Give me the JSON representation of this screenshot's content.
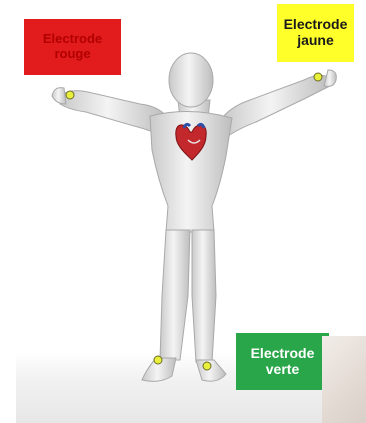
{
  "labels": {
    "red": "Electrode\nrouge",
    "yellow": "Electrode\njaune",
    "green": "Electrode\nverte"
  },
  "colors": {
    "red": "#e21c1c",
    "yellow": "#ffff2a",
    "green": "#2aa64a",
    "electrode": "#e8f03a"
  },
  "icons": {
    "heart": "heart-icon",
    "body": "human-body-figure"
  }
}
